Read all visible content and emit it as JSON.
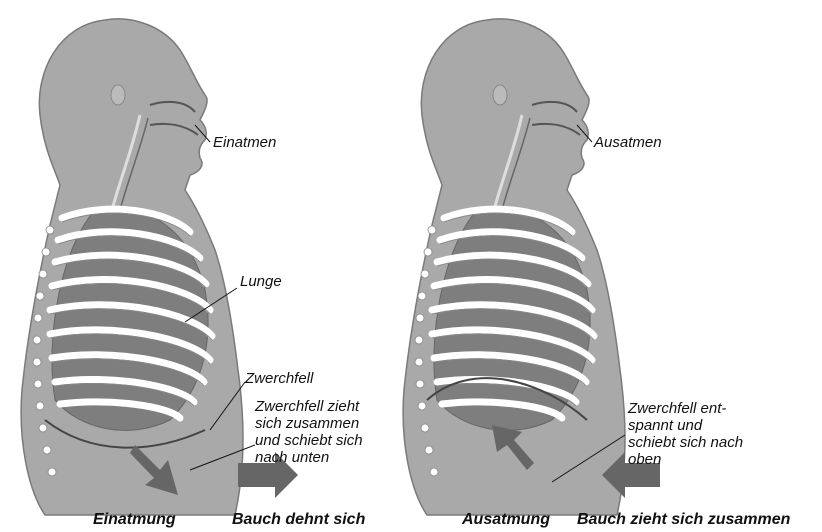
{
  "left_panel": {
    "inhale_label": "Einatmen",
    "lung_label": "Lunge",
    "diaphragm_label": "Zwerchfell",
    "diaphragm_action": "Zwerchfell zieht\nsich zusammen\nund schiebt sich\nnach unten",
    "caption": "Einatmung",
    "belly_caption": "Bauch dehnt sich"
  },
  "right_panel": {
    "exhale_label": "Ausatmen",
    "diaphragm_action": "Zwerchfell ent-\nspannt und\nschiebt sich nach\noben",
    "caption": "Ausatmung",
    "belly_caption": "Bauch zieht sich zusammen"
  },
  "colors": {
    "body": "#a9a9a9",
    "body_outline": "#7a7a7a",
    "lung": "#7e7e7e",
    "rib": "#ffffff",
    "arrow": "#666666",
    "text": "#111111"
  }
}
